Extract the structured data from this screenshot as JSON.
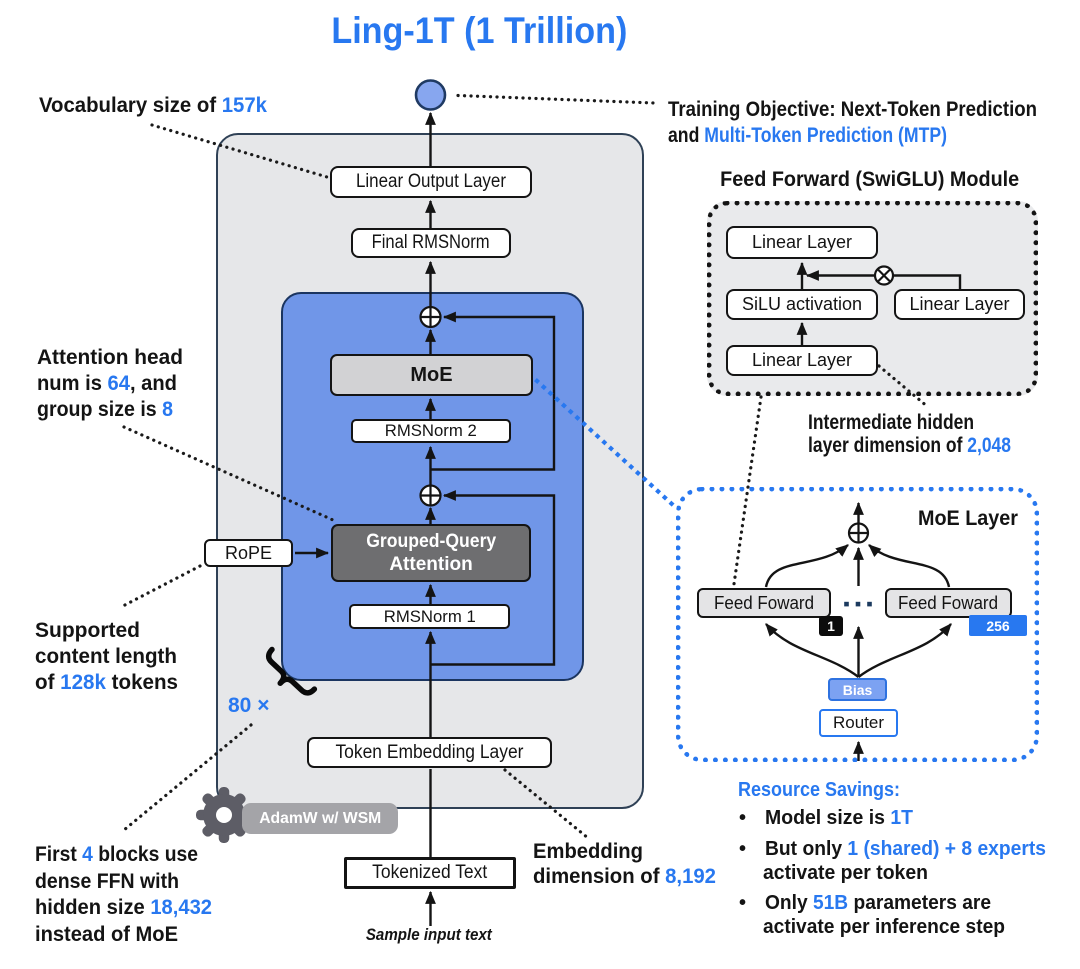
{
  "title": "Ling-1T (1 Trillion)",
  "annotations": {
    "vocab": {
      "pre": "Vocabulary size of ",
      "hl": "157k"
    },
    "attn": {
      "l1": "Attention head",
      "l2a": "num is ",
      "l2b": "64",
      "l2c": ", and",
      "l3a": "group size is ",
      "l3b": "8"
    },
    "ctx": {
      "l1": "Supported",
      "l2": "content length",
      "l3a": "of ",
      "l3b": "128k",
      "l3c": " tokens"
    },
    "repeat": "80 ×",
    "first4": {
      "l1a": "First ",
      "l1b": "4",
      "l1c": " blocks use",
      "l2": "dense FFN with",
      "l3a": "hidden size ",
      "l3b": "18,432",
      "l4": "instead of MoE"
    },
    "embdim": {
      "l1": "Embedding",
      "l2a": "dimension of ",
      "l2b": "8,192"
    },
    "training": {
      "l1": "Training Objective: Next-Token Prediction",
      "l2a": "and ",
      "l2b": "Multi-Token Prediction (MTP)"
    },
    "inter": {
      "l1": "Intermediate hidden",
      "l2a": "layer dimension of ",
      "l2b": "2,048"
    }
  },
  "main": {
    "linear_output": "Linear Output Layer",
    "final_rmsnorm": "Final RMSNorm",
    "moe": "MoE",
    "rmsnorm2": "RMSNorm 2",
    "gqa1": "Grouped-Query",
    "gqa2": "Attention",
    "rmsnorm1": "RMSNorm 1",
    "rope": "RoPE",
    "token_embedding": "Token Embedding Layer",
    "adamw": "AdamW w/ WSM",
    "tokenized": "Tokenized Text",
    "sample_input": "Sample input text"
  },
  "swiglu": {
    "title": "Feed Forward (SwiGLU) Module",
    "linear_top": "Linear Layer",
    "silu": "SiLU activation",
    "linear_right": "Linear Layer",
    "linear_bottom": "Linear Layer"
  },
  "moe_layer": {
    "title": "MoE Layer",
    "ff_left": "Feed Foward",
    "ff_right": "Feed Foward",
    "badge_first": "1",
    "badge_last": "256",
    "bias": "Bias",
    "router": "Router"
  },
  "resources": {
    "title": "Resource Savings:",
    "bullet_glyph": "•",
    "bullets": [
      {
        "pre": "Model size is ",
        "hl": "1T",
        "post": "",
        "line2": ""
      },
      {
        "pre": "But only ",
        "hl": "1 (shared) + 8 experts",
        "post": "",
        "line2": "activate per token"
      },
      {
        "pre": "Only ",
        "hl": "51B",
        "post": " parameters are",
        "line2": "activate per inference step"
      }
    ]
  },
  "colors": {
    "accent_blue": "#2878f0",
    "panel_blue": "#7096e8",
    "panel_gray": "#e6e7e9",
    "moe_gray": "#d2d2d4",
    "gqa_gray": "#6e6e70",
    "adamw_gray": "#a4a4a8"
  }
}
